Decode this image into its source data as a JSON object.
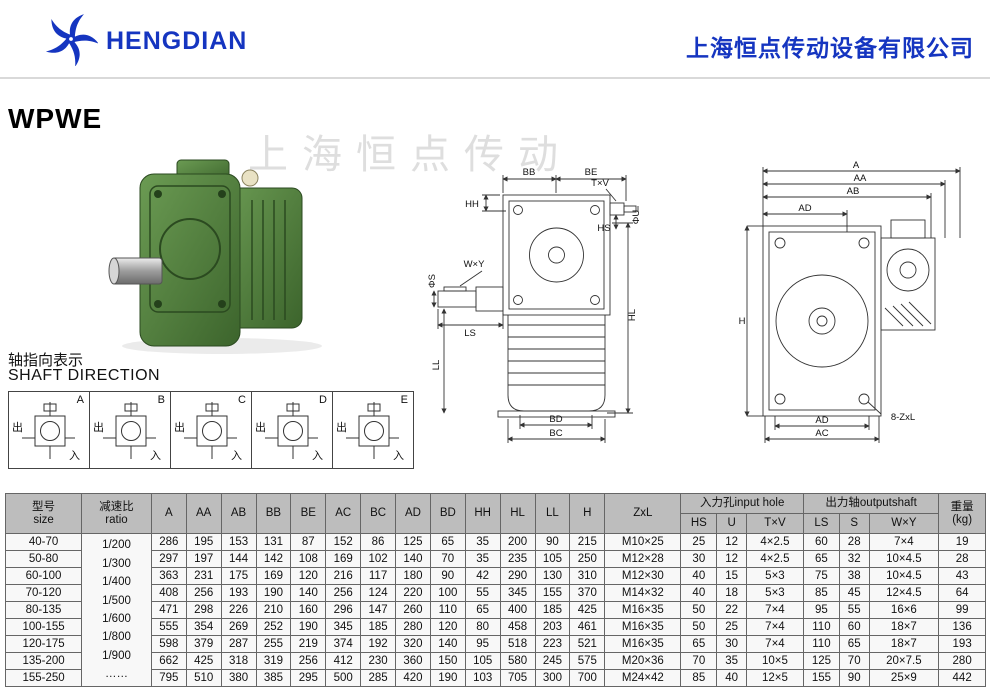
{
  "header": {
    "brand": "HENGDIAN",
    "company": "上海恒点传动设备有限公司"
  },
  "title": "WPWE",
  "watermark": "上海恒点传动",
  "shaft_direction": {
    "label_cn": "轴指向表示",
    "label_en": "SHAFT DIRECTION",
    "out_label": "出",
    "in_label": "入",
    "variants": [
      {
        "letter": "A"
      },
      {
        "letter": "B"
      },
      {
        "letter": "C"
      },
      {
        "letter": "D"
      },
      {
        "letter": "E"
      }
    ]
  },
  "front_view": {
    "labels": {
      "bb": "BB",
      "be": "BE",
      "txv": "T×V",
      "phi_u": "ΦU",
      "hh": "HH",
      "hs": "HS",
      "wxy": "W×Y",
      "hl": "HL",
      "ll": "LL",
      "ls": "LS",
      "phi_s": "ΦS",
      "bd": "BD",
      "bc": "BC"
    }
  },
  "side_view": {
    "labels": {
      "a": "A",
      "aa": "AA",
      "ab": "AB",
      "ad_top": "AD",
      "h": "H",
      "ad_bottom": "AD",
      "ac": "AC",
      "zxl": "8-ZxL"
    }
  },
  "table": {
    "size_header": {
      "cn": "型号",
      "en": "size"
    },
    "ratio_header": {
      "cn": "减速比",
      "en": "ratio"
    },
    "dim_headers": [
      "A",
      "AA",
      "AB",
      "BB",
      "BE",
      "AC",
      "BC",
      "AD",
      "BD",
      "HH",
      "HL",
      "LL",
      "H",
      "ZxL"
    ],
    "input_group": {
      "label": "入力孔input hole",
      "cols": [
        "HS",
        "U",
        "T×V"
      ]
    },
    "output_group": {
      "label": "出力轴outputshaft",
      "cols": [
        "LS",
        "S",
        "W×Y"
      ]
    },
    "weight_header": {
      "cn": "重量",
      "en": "(kg)"
    },
    "ratio_values": [
      "1/200",
      "1/300",
      "1/400",
      "1/500",
      "1/600",
      "1/800",
      "1/900",
      "……"
    ],
    "rows": [
      [
        "40-70",
        "286",
        "195",
        "153",
        "131",
        "87",
        "152",
        "86",
        "125",
        "65",
        "35",
        "200",
        "90",
        "215",
        "M10×25",
        "25",
        "12",
        "4×2.5",
        "60",
        "28",
        "7×4",
        "19"
      ],
      [
        "50-80",
        "297",
        "197",
        "144",
        "142",
        "108",
        "169",
        "102",
        "140",
        "70",
        "35",
        "235",
        "105",
        "250",
        "M12×28",
        "30",
        "12",
        "4×2.5",
        "65",
        "32",
        "10×4.5",
        "28"
      ],
      [
        "60-100",
        "363",
        "231",
        "175",
        "169",
        "120",
        "216",
        "117",
        "180",
        "90",
        "42",
        "290",
        "130",
        "310",
        "M12×30",
        "40",
        "15",
        "5×3",
        "75",
        "38",
        "10×4.5",
        "43"
      ],
      [
        "70-120",
        "408",
        "256",
        "193",
        "190",
        "140",
        "256",
        "124",
        "220",
        "100",
        "55",
        "345",
        "155",
        "370",
        "M14×32",
        "40",
        "18",
        "5×3",
        "85",
        "45",
        "12×4.5",
        "64"
      ],
      [
        "80-135",
        "471",
        "298",
        "226",
        "210",
        "160",
        "296",
        "147",
        "260",
        "110",
        "65",
        "400",
        "185",
        "425",
        "M16×35",
        "50",
        "22",
        "7×4",
        "95",
        "55",
        "16×6",
        "99"
      ],
      [
        "100-155",
        "555",
        "354",
        "269",
        "252",
        "190",
        "345",
        "185",
        "280",
        "120",
        "80",
        "458",
        "203",
        "461",
        "M16×35",
        "50",
        "25",
        "7×4",
        "110",
        "60",
        "18×7",
        "136"
      ],
      [
        "120-175",
        "598",
        "379",
        "287",
        "255",
        "219",
        "374",
        "192",
        "320",
        "140",
        "95",
        "518",
        "223",
        "521",
        "M16×35",
        "65",
        "30",
        "7×4",
        "110",
        "65",
        "18×7",
        "193"
      ],
      [
        "135-200",
        "662",
        "425",
        "318",
        "319",
        "256",
        "412",
        "230",
        "360",
        "150",
        "105",
        "580",
        "245",
        "575",
        "M20×36",
        "70",
        "35",
        "10×5",
        "125",
        "70",
        "20×7.5",
        "280"
      ],
      [
        "155-250",
        "795",
        "510",
        "380",
        "385",
        "295",
        "500",
        "285",
        "420",
        "190",
        "103",
        "705",
        "300",
        "700",
        "M24×42",
        "85",
        "40",
        "12×5",
        "155",
        "90",
        "25×9",
        "442"
      ]
    ]
  }
}
